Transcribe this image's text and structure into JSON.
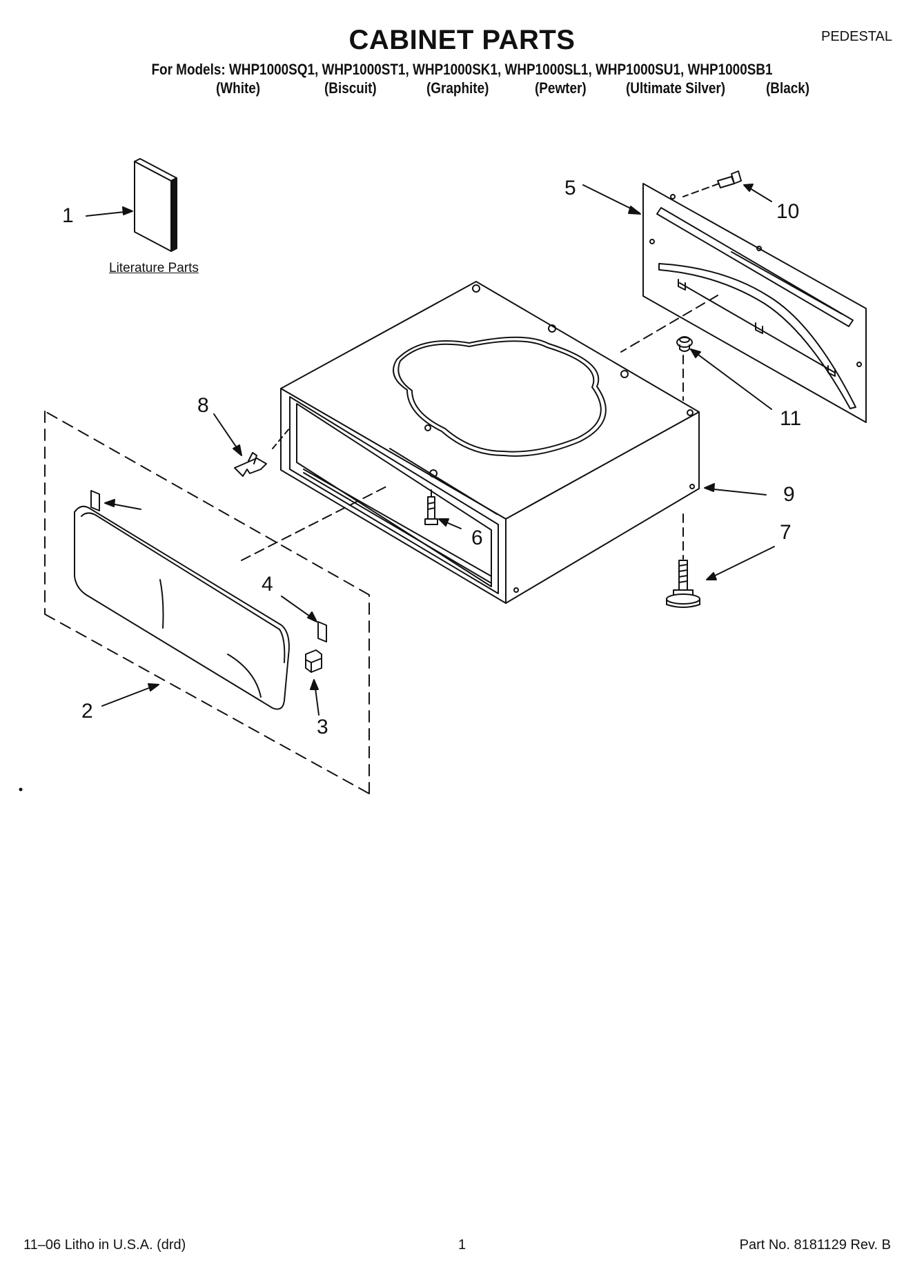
{
  "header": {
    "title": "CABINET PARTS",
    "section": "PEDESTAL",
    "models_line": "For Models: WHP1000SQ1, WHP1000ST1, WHP1000SK1, WHP1000SL1, WHP1000SU1, WHP1000SB1",
    "colors": [
      "(White)",
      "(Biscuit)",
      "(Graphite)",
      "(Pewter)",
      "(Ultimate Silver)",
      "(Black)"
    ]
  },
  "diagram": {
    "literature_label": "Literature Parts",
    "callouts": [
      "1",
      "2",
      "3",
      "4",
      "5",
      "6",
      "7",
      "8",
      "9",
      "10",
      "11"
    ]
  },
  "footer": {
    "left": "11–06 Litho in U.S.A. (drd)",
    "page": "1",
    "right": "Part No. 8181129 Rev. B"
  }
}
